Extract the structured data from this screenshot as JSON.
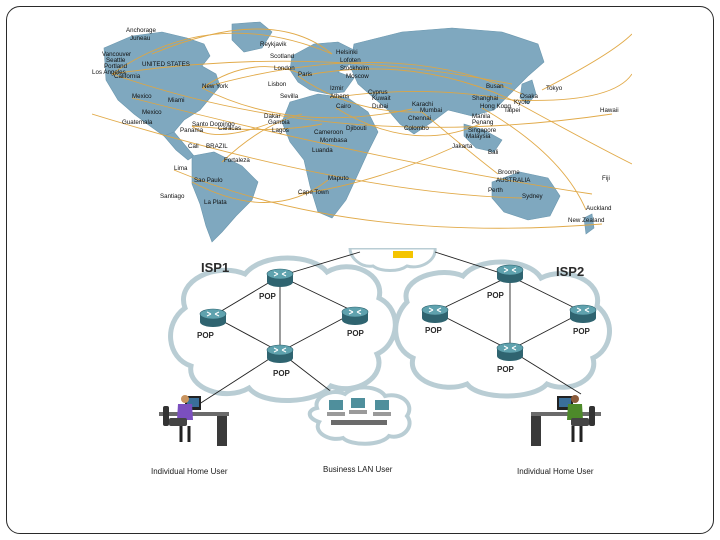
{
  "map": {
    "cities": [
      {
        "label": "Anchorage"
      },
      {
        "label": "Juneau"
      },
      {
        "label": "Vancouver"
      },
      {
        "label": "Seattle"
      },
      {
        "label": "Portland"
      },
      {
        "label": "Los Angeles"
      },
      {
        "label": "UNITED STATES"
      },
      {
        "label": "California"
      },
      {
        "label": "New York"
      },
      {
        "label": "Mexico"
      },
      {
        "label": "Miami"
      },
      {
        "label": "Mexico"
      },
      {
        "label": "Guatemala"
      },
      {
        "label": "Santo Domingo"
      },
      {
        "label": "Panama"
      },
      {
        "label": "Caracas"
      },
      {
        "label": "Cali"
      },
      {
        "label": "BRAZIL"
      },
      {
        "label": "Fortaleza"
      },
      {
        "label": "Lima"
      },
      {
        "label": "Sao Paulo"
      },
      {
        "label": "Santiago"
      },
      {
        "label": "La Plata"
      },
      {
        "label": "Reykjavik"
      },
      {
        "label": "Scotland"
      },
      {
        "label": "London"
      },
      {
        "label": "Paris"
      },
      {
        "label": "Lisbon"
      },
      {
        "label": "Sevilla"
      },
      {
        "label": "Helsinki"
      },
      {
        "label": "Lofoten"
      },
      {
        "label": "Stockholm"
      },
      {
        "label": "Moscow"
      },
      {
        "label": "Izmir"
      },
      {
        "label": "Athens"
      },
      {
        "label": "Cyprus"
      },
      {
        "label": "Cairo"
      },
      {
        "label": "Kuwait"
      },
      {
        "label": "Dubai"
      },
      {
        "label": "Karachi"
      },
      {
        "label": "Mumbai"
      },
      {
        "label": "Chennai"
      },
      {
        "label": "Colombo"
      },
      {
        "label": "Dakar"
      },
      {
        "label": "Gambia"
      },
      {
        "label": "Lagos"
      },
      {
        "label": "Cameroon"
      },
      {
        "label": "Djibouti"
      },
      {
        "label": "Mombasa"
      },
      {
        "label": "Luanda"
      },
      {
        "label": "Maputo"
      },
      {
        "label": "Cape Town"
      },
      {
        "label": "Busan"
      },
      {
        "label": "Tokyo"
      },
      {
        "label": "Osaka"
      },
      {
        "label": "Shanghai"
      },
      {
        "label": "Hong Kong"
      },
      {
        "label": "Taipei"
      },
      {
        "label": "Kyoto"
      },
      {
        "label": "Manila"
      },
      {
        "label": "Penang"
      },
      {
        "label": "Singapore"
      },
      {
        "label": "Malaysia"
      },
      {
        "label": "Jakarta"
      },
      {
        "label": "Broome"
      },
      {
        "label": "AUSTRALIA"
      },
      {
        "label": "Perth"
      },
      {
        "label": "Sydney"
      },
      {
        "label": "Auckland"
      },
      {
        "label": "New Zealand"
      },
      {
        "label": "Fiji"
      },
      {
        "label": "Hawaii"
      },
      {
        "label": "Bali"
      }
    ]
  },
  "network": {
    "isp1_label": "ISP1",
    "isp2_label": "ISP2",
    "pop_label": "POP",
    "users": {
      "left": "Individual Home User",
      "middle": "Business LAN User",
      "right": "Individual Home User"
    }
  },
  "colors": {
    "ocean": "#ffffff",
    "land": "#7fa8bf",
    "cable": "#e0a640",
    "cloud_fill": "#ffffff",
    "cloud_stroke": "#b9cdd4",
    "router": "#4f8f9c",
    "router_dark": "#2f6470",
    "link": "#222222",
    "user_shirt_left": "#7b4fbf",
    "user_shirt_right": "#4d8a2a"
  }
}
